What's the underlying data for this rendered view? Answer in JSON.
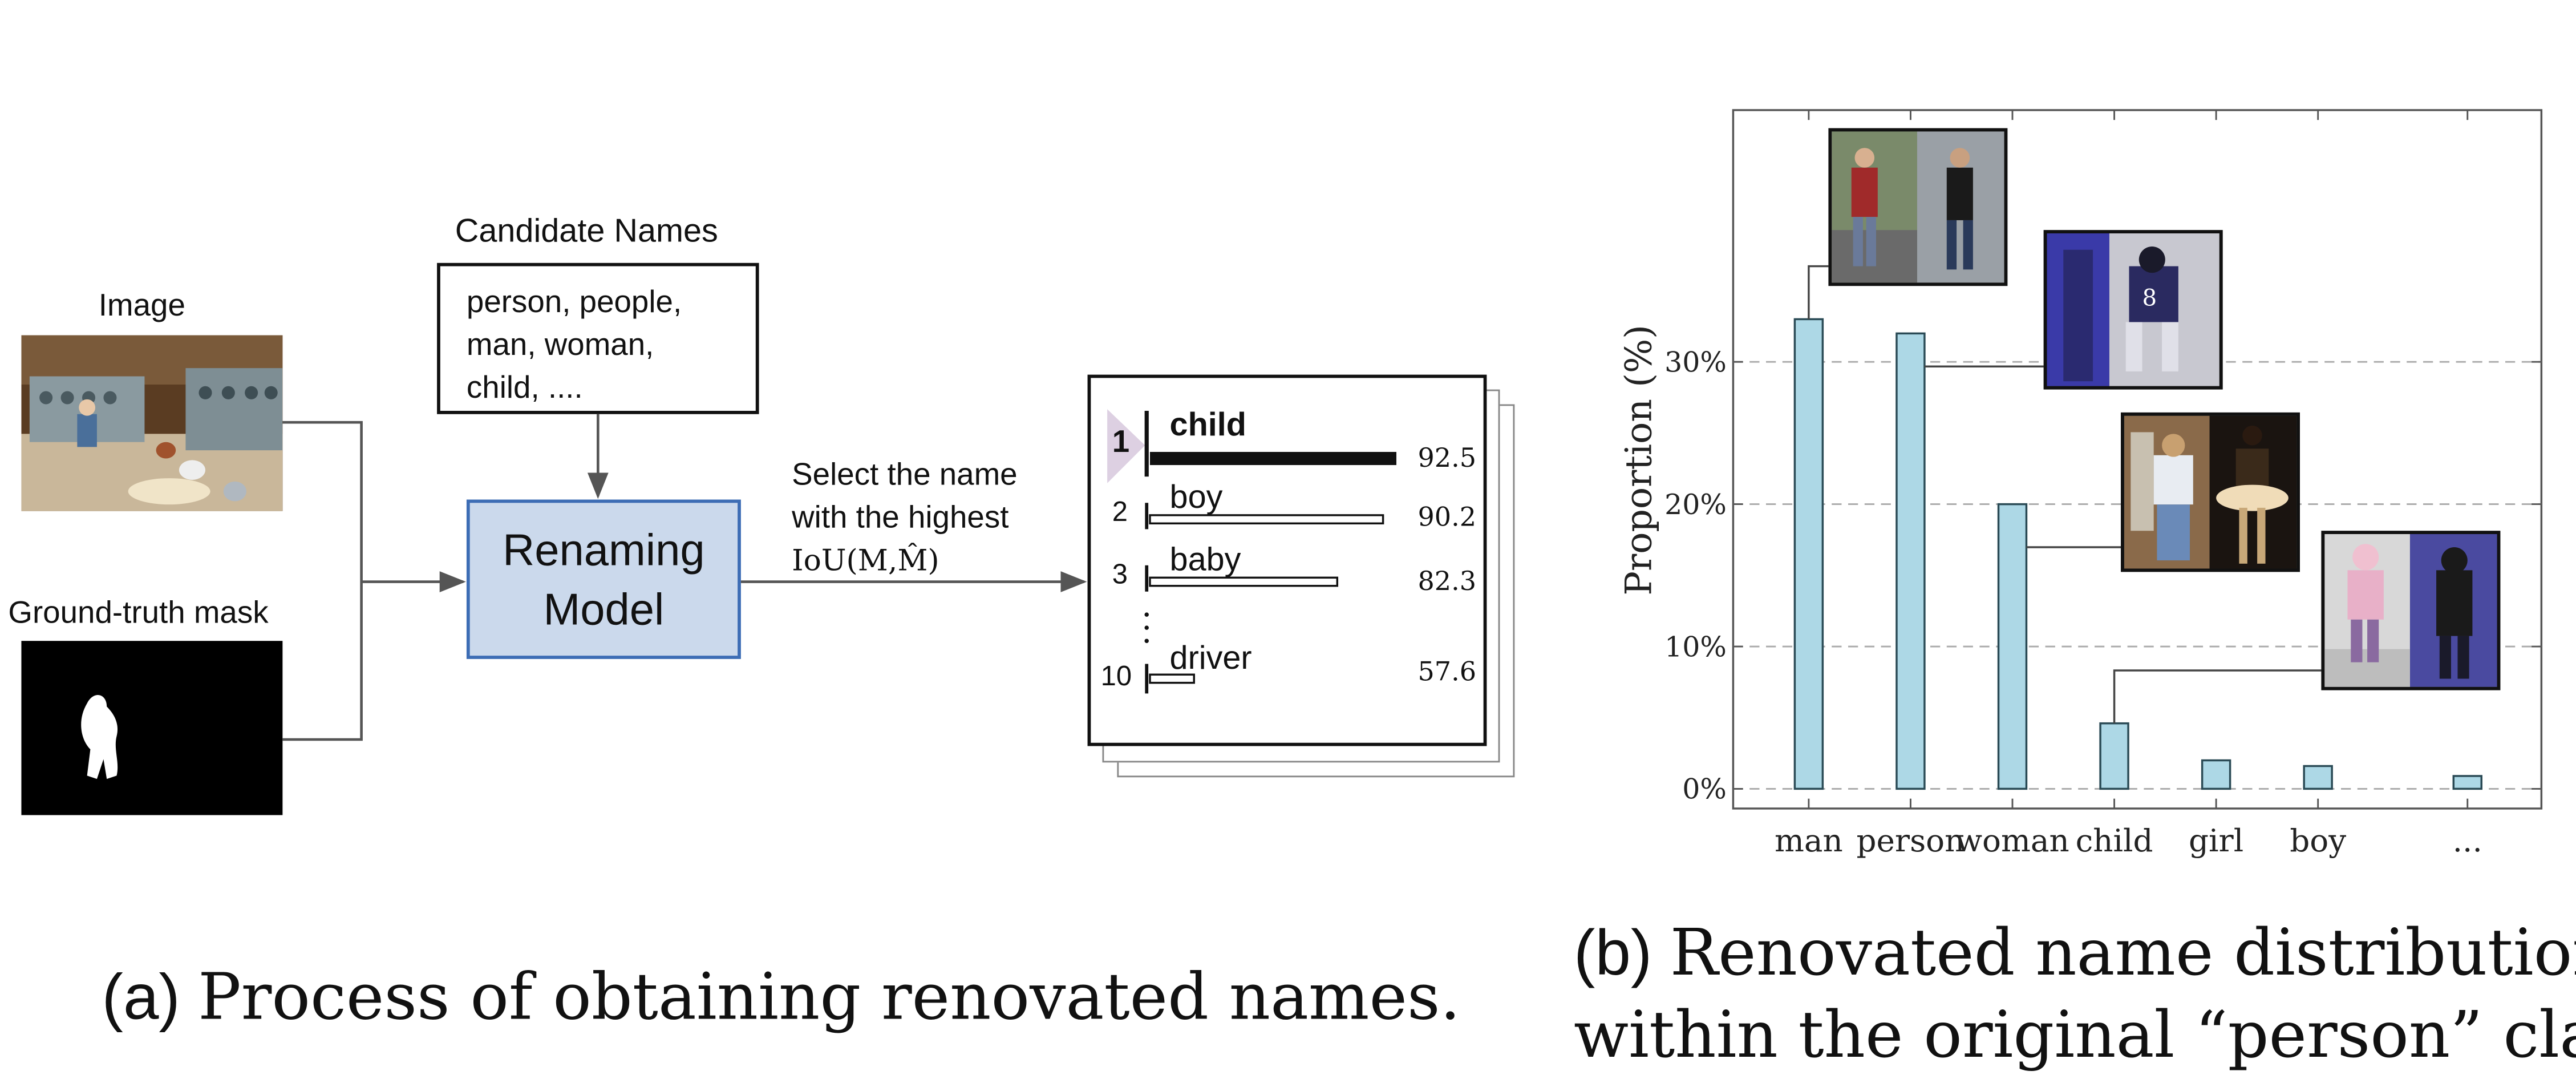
{
  "left": {
    "image_label": "Image",
    "mask_label": "Ground-truth mask",
    "candidate_title": "Candidate Names",
    "candidate_lines": [
      "person, people,",
      "man, woman,",
      "child, ...."
    ],
    "model_lines": [
      "Renaming",
      "Model"
    ],
    "select_lines": [
      "Select the name",
      "with the highest"
    ],
    "iou_text": "IoU(M,M̂)",
    "ranking": [
      {
        "rank": "1",
        "name": "child",
        "score": "92.5",
        "value": 92.5
      },
      {
        "rank": "2",
        "name": "boy",
        "score": "90.2",
        "value": 90.2
      },
      {
        "rank": "3",
        "name": "baby",
        "score": "82.3",
        "value": 82.3
      },
      {
        "rank": "10",
        "name": "driver",
        "score": "57.6",
        "value": 57.6
      }
    ],
    "caption_prefix": "(a)",
    "caption_text": "Process of obtaining renovated names."
  },
  "right": {
    "caption_prefix": "(b)",
    "caption_line1": "Renovated name distribution",
    "caption_line2": "within the original “person” class."
  },
  "chart_data": {
    "type": "bar",
    "categories": [
      "man",
      "person",
      "woman",
      "child",
      "girl",
      "boy",
      "..."
    ],
    "values": [
      33,
      32,
      20,
      4.6,
      2,
      1.6,
      0.9
    ],
    "ylabel": "Proportion (%)",
    "yticks": [
      "0%",
      "10%",
      "20%",
      "30%"
    ],
    "ylim": [
      0,
      47
    ],
    "grid": "dashed horizontal",
    "bar_color": "#add8e6",
    "bar_stroke": "#2a4a55"
  }
}
